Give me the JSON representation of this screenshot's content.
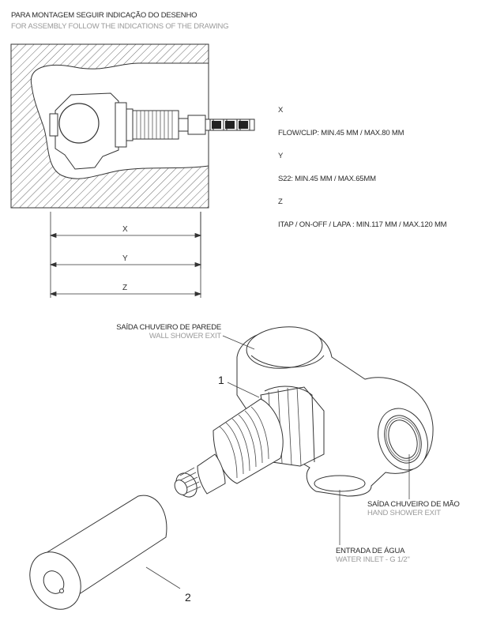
{
  "header": {
    "instruction_pt": "PARA MONTAGEM SEGUIR INDICAÇÃO DO DESENHO",
    "instruction_en": "FOR ASSEMBLY FOLLOW THE INDICATIONS OF THE DRAWING"
  },
  "dimensions": {
    "labels": [
      "X",
      "Y",
      "Z"
    ]
  },
  "specs": [
    {
      "key": "X",
      "value": "FLOW/CLIP: MIN.45 MM / MAX.80 MM"
    },
    {
      "key": "Y",
      "value": "S22: MIN.45 MM / MAX.65MM"
    },
    {
      "key": "Z",
      "value": "ITAP / ON-OFF / LAPA : MIN.117 MM / MAX.120 MM"
    }
  ],
  "callouts": {
    "wall_shower": {
      "pt": "SAÍDA CHUVEIRO DE PAREDE",
      "en": "WALL SHOWER EXIT"
    },
    "hand_shower": {
      "pt": "SAÍDA CHUVEIRO DE MÃO",
      "en": "HAND SHOWER EXIT"
    },
    "water_inlet": {
      "pt": "ENTRADA DE ÁGUA",
      "en": "WATER INLET - G 1/2\""
    }
  },
  "part_numbers": {
    "part1": "1",
    "part2": "2"
  }
}
